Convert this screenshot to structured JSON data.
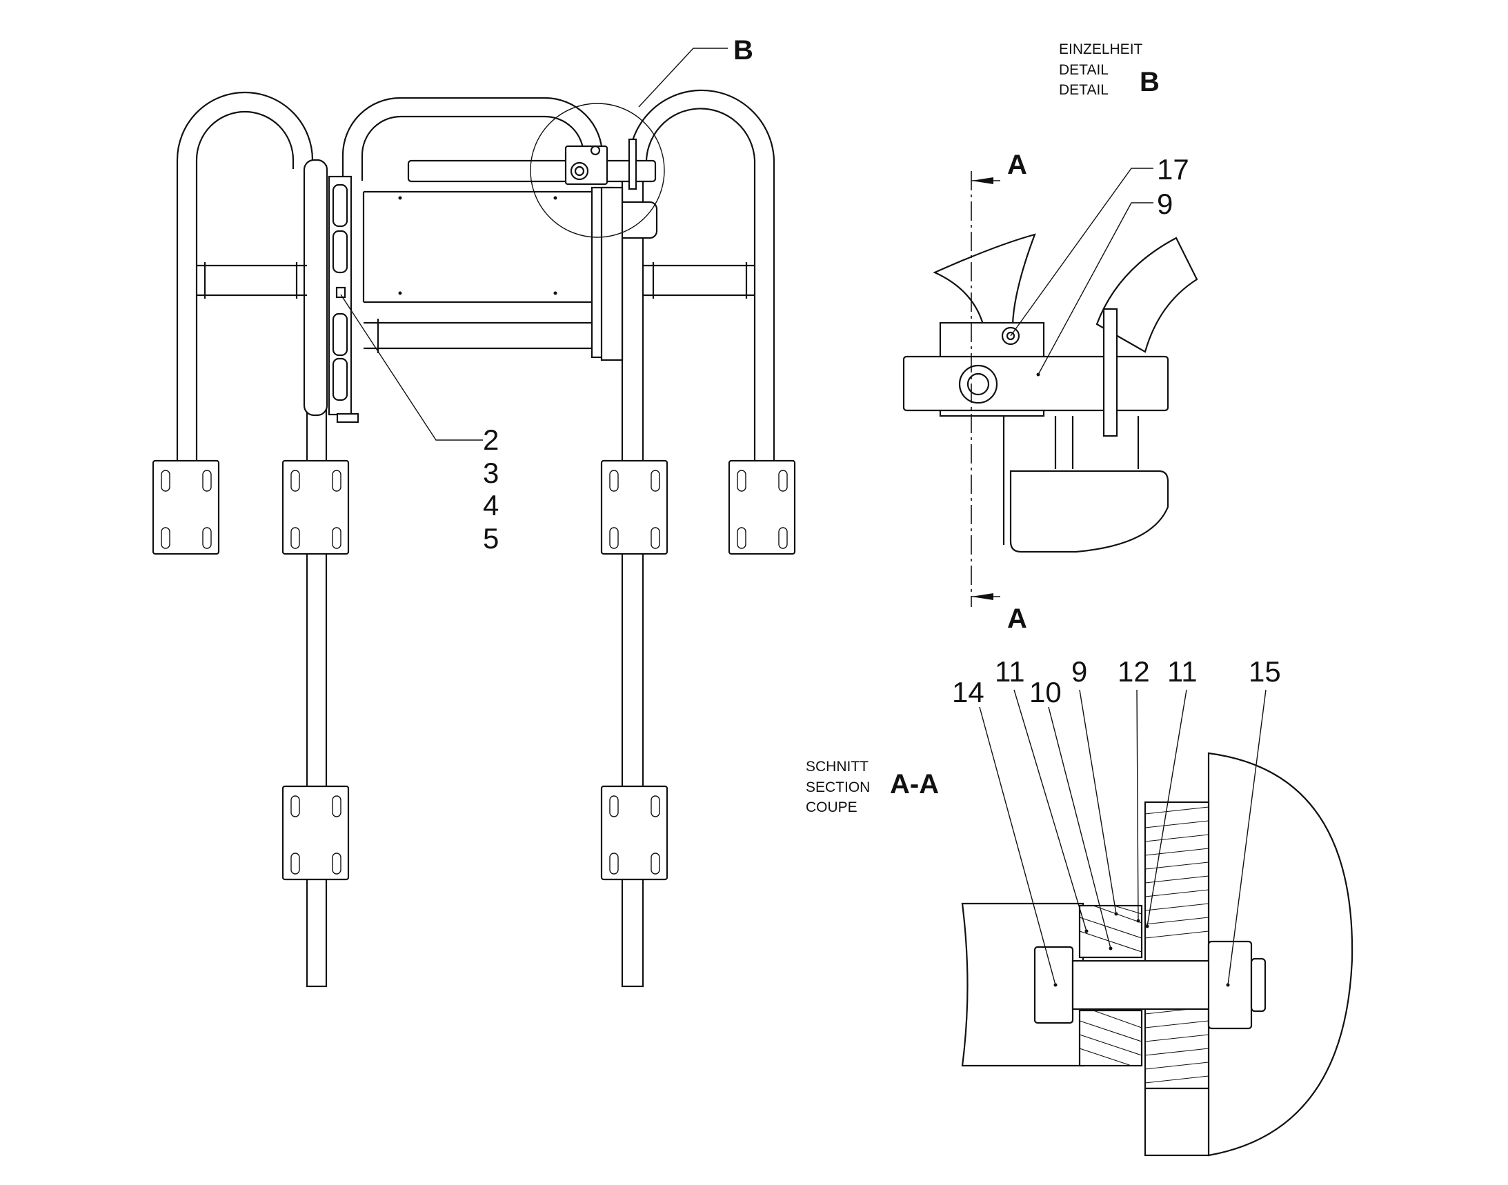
{
  "detail_b": {
    "marker": "B",
    "title_de": "EINZELHEIT",
    "title_en": "DETAIL",
    "title_fr": "DETAIL",
    "label": "B"
  },
  "section_marks": {
    "top": "A",
    "bottom": "A"
  },
  "section_aa": {
    "title_de": "SCHNITT",
    "title_en": "SECTION",
    "title_fr": "COUPE",
    "label": "A-A"
  },
  "callouts_main": [
    "2",
    "3",
    "4",
    "5"
  ],
  "callouts_detail": [
    "17",
    "9"
  ],
  "callouts_section": [
    "14",
    "11",
    "10",
    "9",
    "12",
    "11",
    "15"
  ]
}
